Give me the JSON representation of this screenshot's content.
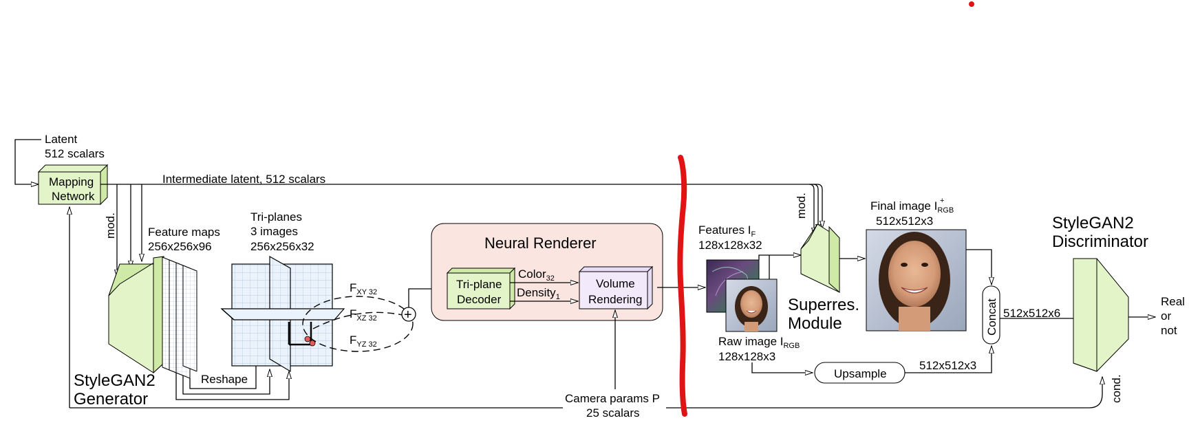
{
  "colors": {
    "block_green": "#e3f5c8",
    "renderer_bg": "#fbe5e0",
    "volume_bg": "#f2eafb",
    "plane_blue": "#eaf2fb",
    "red_divider": "#e01414",
    "point_red": "#e65a5a"
  },
  "labels": {
    "latent_line1": "Latent",
    "latent_line2": "512 scalars",
    "mapping_line1": "Mapping",
    "mapping_line2": "Network",
    "intermediate_latent": "Intermediate latent, 512 scalars",
    "mod_left": "mod.",
    "mod_right": "mod.",
    "feature_maps_line1": "Feature maps",
    "feature_maps_line2": "256x256x96",
    "triplanes_line1": "Tri-planes",
    "triplanes_line2": "3 images",
    "triplanes_line3": "256x256x32",
    "generator_line1": "StyleGAN2",
    "generator_line2": "Generator",
    "reshape": "Reshape",
    "fxy_main": "F",
    "fxy_sub": "XY 32",
    "fxz_main": "F",
    "fxz_sub": "XZ 32",
    "fyz_main": "F",
    "fyz_sub": "YZ 32",
    "sum_symbol": "+",
    "neural_renderer": "Neural Renderer",
    "decoder_line1": "Tri-plane",
    "decoder_line2": "Decoder",
    "color_main": "Color",
    "color_sub": "32",
    "density_main": "Density",
    "density_sub": "1",
    "volume_line1": "Volume",
    "volume_line2": "Rendering",
    "camera_line1": "Camera params P",
    "camera_line2": "25 scalars",
    "features_main": "Features I",
    "features_sub": "F",
    "features_dims": "128x128x32",
    "raw_main": "Raw image I",
    "raw_sub": "RGB",
    "raw_dims": "128x128x3",
    "superres_line1": "Superres.",
    "superres_line2": "Module",
    "final_main": "Final image I",
    "final_sub": "RGB",
    "final_sup": "+",
    "final_dims": "512x512x3",
    "upsample": "Upsample",
    "upsample_dims": "512x512x3",
    "concat": "Concat",
    "concat_dims": "512x512x6",
    "disc_line1": "StyleGAN2",
    "disc_line2": "Discriminator",
    "cond": "cond.",
    "out_line1": "Real",
    "out_line2": "or",
    "out_line3": "not"
  }
}
